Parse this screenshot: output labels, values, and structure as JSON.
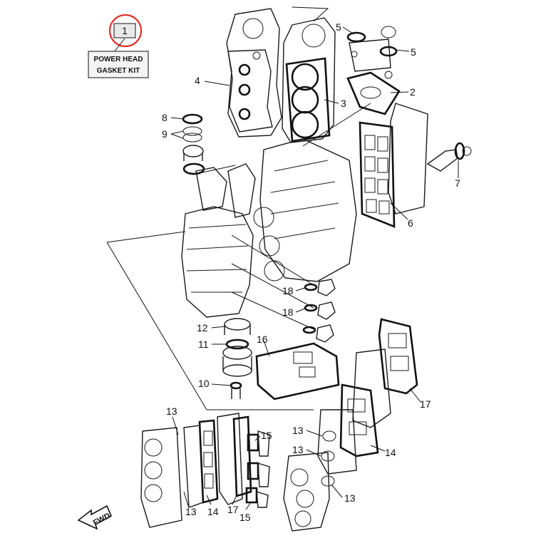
{
  "kit": {
    "ref_number": "1",
    "line1": "POWER HEAD",
    "line2": "GASKET KIT",
    "ring_color": "#e0312b"
  },
  "callouts": {
    "c2": "2",
    "c3": "3",
    "c4": "4",
    "c5a": "5",
    "c5b": "5",
    "c6": "6",
    "c7": "7",
    "c8": "8",
    "c9": "9",
    "c10": "10",
    "c11": "11",
    "c12": "12",
    "c13a": "13",
    "c13b": "13",
    "c13c": "13",
    "c13d": "13",
    "c13e": "13",
    "c14a": "14",
    "c14b": "14",
    "c15a": "15",
    "c15b": "15",
    "c16": "16",
    "c17a": "17",
    "c17b": "17",
    "c18a": "18",
    "c18b": "18"
  },
  "fwd_label": "FWD",
  "icons": {
    "fwd": "fwd-arrow-icon"
  }
}
